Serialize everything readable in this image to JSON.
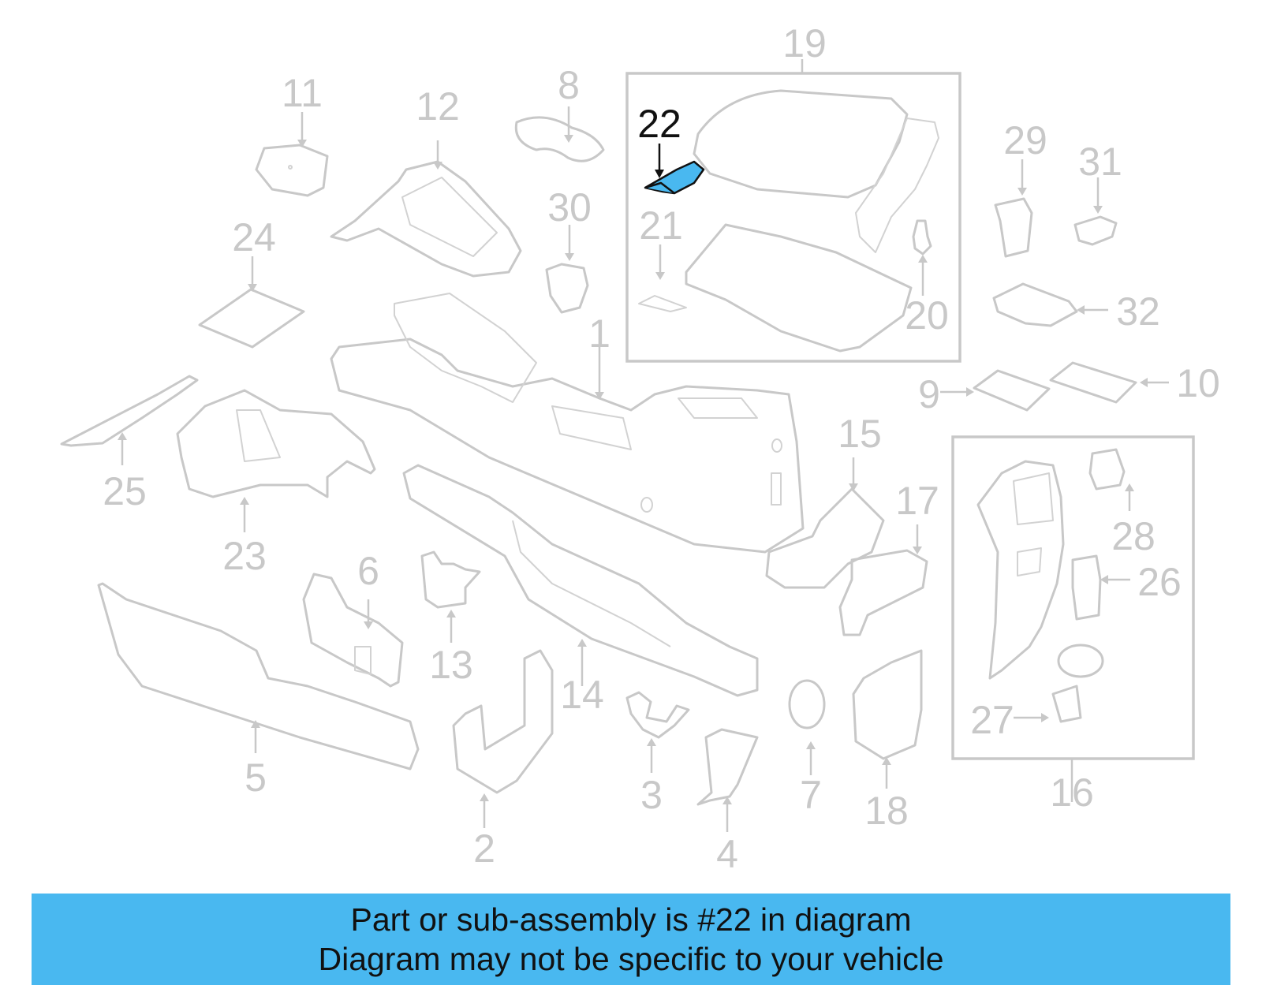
{
  "diagram": {
    "highlight_color": "#49b8f0",
    "line_color": "#c8c8c8",
    "highlighted_callout": "22",
    "callouts": {
      "c1": "1",
      "c2": "2",
      "c3": "3",
      "c4": "4",
      "c5": "5",
      "c6": "6",
      "c7": "7",
      "c8": "8",
      "c9": "9",
      "c10": "10",
      "c11": "11",
      "c12": "12",
      "c13": "13",
      "c14": "14",
      "c15": "15",
      "c16": "16",
      "c17": "17",
      "c18": "18",
      "c19": "19",
      "c20": "20",
      "c21": "21",
      "c22": "22",
      "c23": "23",
      "c24": "24",
      "c25": "25",
      "c26": "26",
      "c27": "27",
      "c28": "28",
      "c29": "29",
      "c30": "30",
      "c31": "31",
      "c32": "32"
    }
  },
  "banner": {
    "line1": "Part or sub-assembly is #22 in diagram",
    "line2": "Diagram may not be specific to your vehicle"
  }
}
